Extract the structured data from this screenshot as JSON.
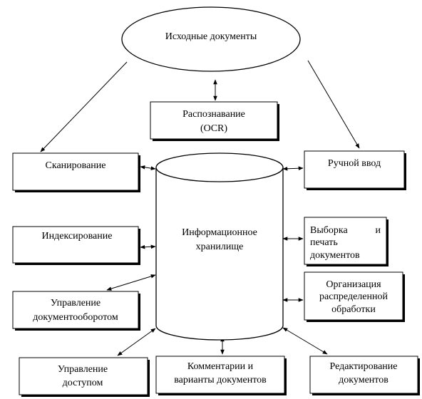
{
  "nodes": {
    "source_documents": "Исходные документы",
    "recognition": {
      "line1": "Распознавание",
      "line2": "(OCR)"
    },
    "scanning": "Сканирование",
    "manual_input": "Ручной ввод",
    "storage": {
      "line1": "Информационное",
      "line2": "хранилище"
    },
    "indexing": "Индексирование",
    "selection_print": {
      "line1_word1": "Выборка",
      "line1_word2": "и",
      "line2": "печать",
      "line3": "документов"
    },
    "distributed_processing": {
      "line1": "Организация",
      "line2": "распределенной",
      "line3": "обработки"
    },
    "document_flow": {
      "line1": "Управление",
      "line2": "документооборотом"
    },
    "access_control": {
      "line1": "Управление",
      "line2": "доступом"
    },
    "comments_variants": {
      "line1": "Комментарии и",
      "line2": "варианты документов"
    },
    "editing": {
      "line1": "Редактирование",
      "line2": "документов"
    }
  }
}
